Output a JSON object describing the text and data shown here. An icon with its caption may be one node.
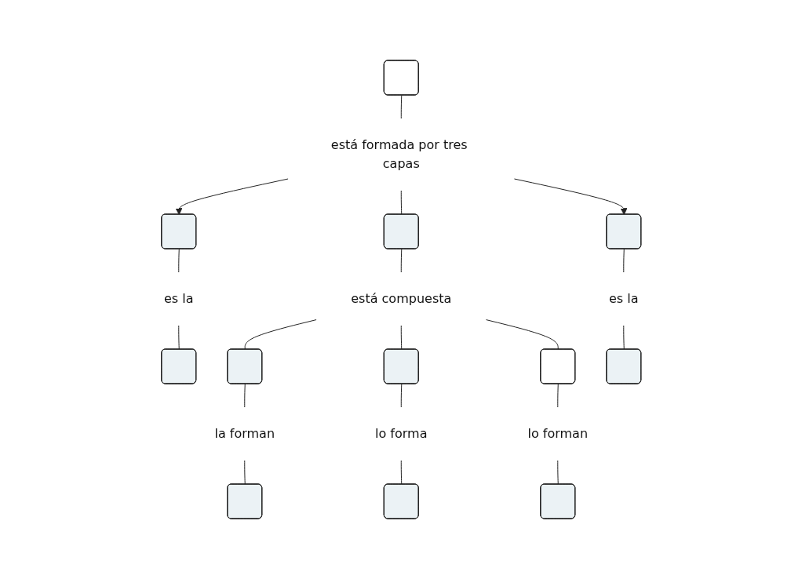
{
  "diagram": {
    "nodes": [
      {
        "text": [],
        "shape": "box"
      },
      {
        "text": [
          "está formada por tres capas"
        ]
      },
      {
        "text": [],
        "shape": "box"
      },
      {
        "text": [],
        "shape": "box"
      },
      {
        "text": [],
        "shape": "box"
      },
      {
        "text": [
          "es la"
        ]
      },
      {
        "text": [],
        "shape": "box"
      },
      {
        "text": [
          "está compuesta"
        ]
      },
      {
        "text": [],
        "shape": "box"
      },
      {
        "text": [],
        "shape": "box"
      },
      {
        "text": [],
        "shape": "box"
      },
      {
        "text": [
          "es la"
        ]
      },
      {
        "text": [],
        "shape": "box"
      },
      {
        "text": [
          "la forman"
        ]
      },
      {
        "text": [],
        "shape": "box"
      },
      {
        "text": [
          "lo forma"
        ]
      },
      {
        "text": [],
        "shape": "box"
      },
      {
        "text": [
          "lo forman"
        ]
      },
      {
        "text": [],
        "shape": "box"
      }
    ],
    "edges": [
      {
        "from": 0,
        "to": 1,
        "arrow": "none"
      },
      {
        "from": 1,
        "to": 2,
        "arrow": "to"
      },
      {
        "from": 1,
        "to": 3,
        "arrow": "none"
      },
      {
        "from": 1,
        "to": 4,
        "arrow": "to"
      },
      {
        "from": 2,
        "to": 5,
        "arrow": "none"
      },
      {
        "from": 5,
        "to": 6,
        "arrow": "none"
      },
      {
        "from": 3,
        "to": 7,
        "arrow": "none"
      },
      {
        "from": 7,
        "to": 8,
        "arrow": "none"
      },
      {
        "from": 7,
        "to": 9,
        "arrow": "none"
      },
      {
        "from": 7,
        "to": 10,
        "arrow": "none"
      },
      {
        "from": 4,
        "to": 11,
        "arrow": "none"
      },
      {
        "from": 11,
        "to": 12,
        "arrow": "none"
      },
      {
        "from": 8,
        "to": 13,
        "arrow": "none"
      },
      {
        "from": 13,
        "to": 14,
        "arrow": "none"
      },
      {
        "from": 9,
        "to": 15,
        "arrow": "none"
      },
      {
        "from": 15,
        "to": 16,
        "arrow": "none"
      },
      {
        "from": 10,
        "to": 17,
        "arrow": "none"
      },
      {
        "from": 17,
        "to": 18,
        "arrow": "none"
      }
    ]
  }
}
